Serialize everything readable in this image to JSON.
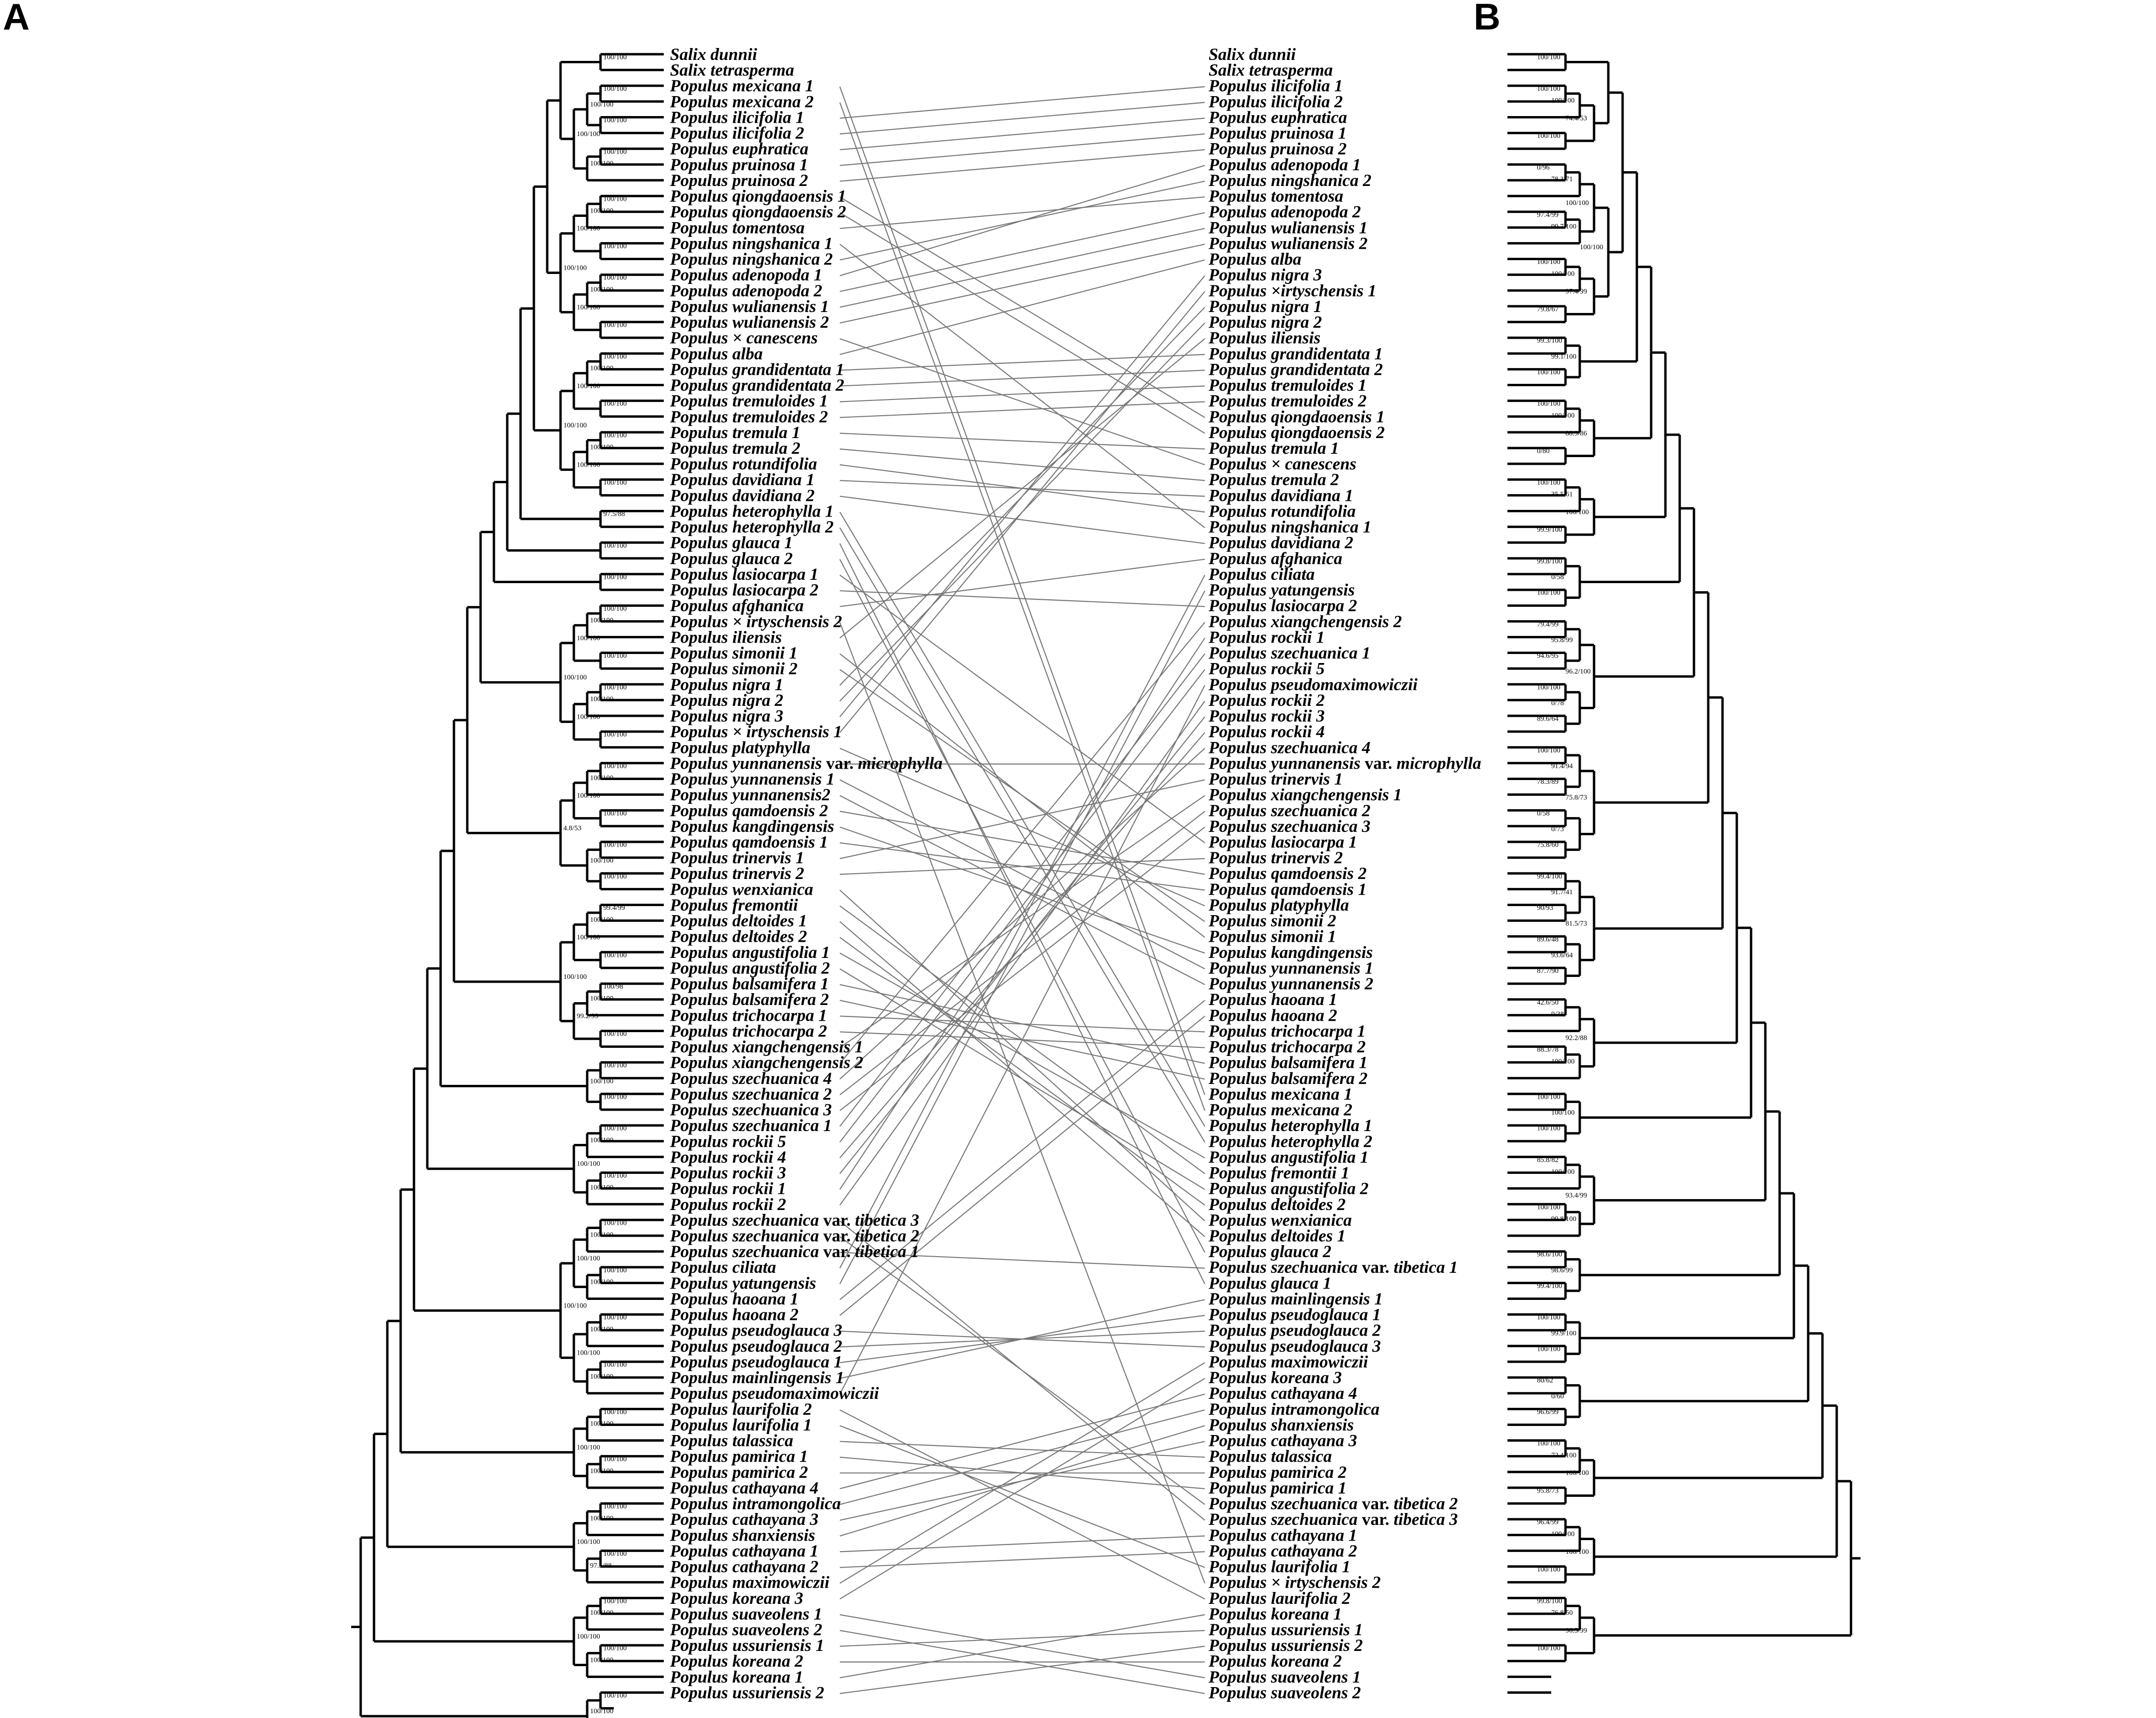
{
  "panels": {
    "left_label": "A",
    "right_label": "B"
  },
  "left_taxa": [
    "Salix dunnii",
    "Salix tetrasperma",
    "Populus mexicana 1",
    "Populus mexicana 2",
    "Populus ilicifolia 1",
    "Populus ilicifolia 2",
    "Populus euphratica",
    "Populus pruinosa 1",
    "Populus pruinosa 2",
    "Populus qiongdaoensis 1",
    "Populus qiongdaoensis 2",
    "Populus tomentosa",
    "Populus ningshanica 1",
    "Populus ningshanica 2",
    "Populus adenopoda 1",
    "Populus adenopoda 2",
    "Populus wulianensis 1",
    "Populus wulianensis 2",
    "Populus × canescens",
    "Populus alba",
    "Populus grandidentata 1",
    "Populus grandidentata 2",
    "Populus tremuloides 1",
    "Populus tremuloides 2",
    "Populus tremula 1",
    "Populus tremula 2",
    "Populus rotundifolia",
    "Populus davidiana 1",
    "Populus davidiana 2",
    "Populus heterophylla 1",
    "Populus heterophylla 2",
    "Populus glauca 1",
    "Populus glauca 2",
    "Populus lasiocarpa 1",
    "Populus lasiocarpa 2",
    "Populus afghanica",
    "Populus × irtyschensis 2",
    "Populus iliensis",
    "Populus simonii 1",
    "Populus simonii 2",
    "Populus nigra 1",
    "Populus nigra 2",
    "Populus nigra 3",
    "Populus × irtyschensis 1",
    "Populus platyphylla",
    "Populus yunnanensis var. microphylla",
    "Populus yunnanensis 1",
    "Populus yunnanensis2",
    "Populus qamdoensis 2",
    "Populus kangdingensis",
    "Populus qamdoensis 1",
    "Populus trinervis 1",
    "Populus trinervis 2",
    "Populus wenxianica",
    "Populus fremontii",
    "Populus deltoides 1",
    "Populus deltoides 2",
    "Populus angustifolia 1",
    "Populus angustifolia 2",
    "Populus balsamifera 1",
    "Populus balsamifera 2",
    "Populus trichocarpa 1",
    "Populus trichocarpa 2",
    "Populus xiangchengensis 1",
    "Populus xiangchengensis 2",
    "Populus szechuanica 4",
    "Populus szechuanica 2",
    "Populus szechuanica 3",
    "Populus szechuanica 1",
    "Populus rockii 5",
    "Populus rockii 4",
    "Populus rockii 3",
    "Populus rockii 1",
    "Populus rockii 2",
    "Populus szechuanica var. tibetica 3",
    "Populus szechuanica var. tibetica 2",
    "Populus szechuanica var. tibetica 1",
    "Populus ciliata",
    "Populus yatungensis",
    "Populus haoana 1",
    "Populus haoana 2",
    "Populus pseudoglauca 3",
    "Populus pseudoglauca 2",
    "Populus pseudoglauca 1",
    "Populus mainlingensis 1",
    "Populus pseudomaximowiczii",
    "Populus laurifolia 2",
    "Populus laurifolia 1",
    "Populus talassica",
    "Populus pamirica 1",
    "Populus pamirica 2",
    "Populus cathayana 4",
    "Populus intramongolica",
    "Populus cathayana 3",
    "Populus shanxiensis",
    "Populus cathayana 1",
    "Populus cathayana 2",
    "Populus maximowiczii",
    "Populus koreana 3",
    "Populus suaveolens 1",
    "Populus suaveolens 2",
    "Populus ussuriensis 1",
    "Populus koreana 2",
    "Populus koreana 1",
    "Populus ussuriensis 2"
  ],
  "right_taxa": [
    "Salix dunnii",
    "Salix tetrasperma",
    "Populus ilicifolia 1",
    "Populus ilicifolia 2",
    "Populus euphratica",
    "Populus pruinosa 1",
    "Populus pruinosa 2",
    "Populus adenopoda 1",
    "Populus ningshanica 2",
    "Populus tomentosa",
    "Populus adenopoda 2",
    "Populus wulianensis 1",
    "Populus wulianensis 2",
    "Populus alba",
    "Populus nigra 3",
    "Populus ×irtyschensis 1",
    "Populus nigra 1",
    "Populus nigra 2",
    "Populus iliensis",
    "Populus grandidentata 1",
    "Populus grandidentata 2",
    "Populus tremuloides 1",
    "Populus tremuloides 2",
    "Populus qiongdaoensis 1",
    "Populus qiongdaoensis 2",
    "Populus tremula 1",
    "Populus × canescens",
    "Populus tremula 2",
    "Populus davidiana 1",
    "Populus rotundifolia",
    "Populus ningshanica 1",
    "Populus davidiana 2",
    "Populus afghanica",
    "Populus ciliata",
    "Populus yatungensis",
    "Populus lasiocarpa 2",
    "Populus xiangchengensis 2",
    "Populus rockii 1",
    "Populus szechuanica 1",
    "Populus rockii 5",
    "Populus pseudomaximowiczii",
    "Populus rockii 2",
    "Populus rockii 3",
    "Populus rockii 4",
    "Populus szechuanica 4",
    "Populus yunnanensis var. microphylla",
    "Populus trinervis 1",
    "Populus xiangchengensis 1",
    "Populus szechuanica 2",
    "Populus szechuanica 3",
    "Populus lasiocarpa 1",
    "Populus trinervis 2",
    "Populus qamdoensis 2",
    "Populus qamdoensis 1",
    "Populus platyphylla",
    "Populus simonii 2",
    "Populus simonii 1",
    "Populus kangdingensis",
    "Populus yunnanensis 1",
    "Populus yunnanensis 2",
    "Populus haoana 1",
    "Populus haoana 2",
    "Populus trichocarpa 1",
    "Populus trichocarpa 2",
    "Populus balsamifera 1",
    "Populus balsamifera 2",
    "Populus mexicana 1",
    "Populus mexicana 2",
    "Populus heterophylla 1",
    "Populus heterophylla 2",
    "Populus angustifolia 1",
    "Populus fremontii 1",
    "Populus angustifolia 2",
    "Populus deltoides 2",
    "Populus wenxianica",
    "Populus deltoides 1",
    "Populus glauca 2",
    "Populus szechuanica var. tibetica 1",
    "Populus glauca 1",
    "Populus mainlingensis 1",
    "Populus pseudoglauca 1",
    "Populus pseudoglauca 2",
    "Populus pseudoglauca 3",
    "Populus maximowiczii",
    "Populus koreana 3",
    "Populus cathayana 4",
    "Populus intramongolica",
    "Populus shanxiensis",
    "Populus cathayana 3",
    "Populus talassica",
    "Populus pamirica 2",
    "Populus pamirica 1",
    "Populus szechuanica var. tibetica 2",
    "Populus szechuanica var. tibetica 3",
    "Populus cathayana 1",
    "Populus cathayana 2",
    "Populus laurifolia 1",
    "Populus × irtyschensis 2",
    "Populus laurifolia 2",
    "Populus koreana 1",
    "Populus ussuriensis 1",
    "Populus ussuriensis 2",
    "Populus koreana 2",
    "Populus suaveolens 1",
    "Populus suaveolens 2"
  ],
  "left_supports": [
    "100/100",
    "100/100",
    "100/100",
    "100/100",
    "100/100",
    "100/100",
    "100/100",
    "100/100",
    "100/100",
    "100/100",
    "100/100",
    "100/100",
    "100/100",
    "100/100",
    "100/100",
    "100/100",
    "100/100",
    "100/100",
    "100/100",
    "100/100",
    "100/100",
    "100/100",
    "100/100",
    "100/100",
    "100/100",
    "97.5/88",
    "100/100",
    "100/100",
    "100/100",
    "100/100",
    "100/100",
    "100/100",
    "100/100",
    "100/100",
    "100/100",
    "100/100",
    "100/100",
    "100/100",
    "100/100",
    "100/100",
    "100/100",
    "100/100",
    "100/100",
    "100/100",
    "4.8/53",
    "99.4/99",
    "100/100",
    "100/100",
    "100/100",
    "100/98",
    "100/100",
    "100/100",
    "99.2/99",
    "100/100",
    "100/100",
    "100/100"
  ],
  "right_supports": [
    "100/100",
    "100/100",
    "100/100",
    "100/100",
    "74.4/53",
    "0/96",
    "78.3/71",
    "97.4/99",
    "99.7/100",
    "100/100",
    "100/100",
    "100/100",
    "79.8/67",
    "97.4/99",
    "100/100",
    "99.3/100",
    "100/100",
    "99.1/100",
    "100/100",
    "100/100",
    "0/80",
    "88.9/86",
    "100/100",
    "35.5/61",
    "99.9/100",
    "100/100",
    "99.8/100",
    "100/100",
    "0/58",
    "79.4/99",
    "94.6/95",
    "95.8/99",
    "100/100",
    "89.6/64",
    "0/78",
    "96.2/100",
    "100/100",
    "78.3/89",
    "91.4/94",
    "0/58",
    "75.8/60",
    "0/73",
    "75.8/73",
    "99.4/100",
    "90/93",
    "91.7/41",
    "89.6/48",
    "87.7/90",
    "93.6/64",
    "81.5/73",
    "42.6/50",
    "0/38",
    "88.3/78",
    "100/100",
    "92.2/88",
    "100/100",
    "100/100",
    "100/100",
    "85.8/82",
    "100/100",
    "100/100",
    "99.8/100",
    "93.4/99",
    "98.6/100",
    "99.4/100",
    "98.6/99",
    "100/100",
    "100/100",
    "99.9/100",
    "80/62",
    "96.6/99",
    "0/60",
    "100/100",
    "72.4/100",
    "95.8/73",
    "100/100",
    "96.4/99",
    "100/100",
    "100/100",
    "100/100",
    "99.8/100",
    "76.8/50",
    "100/100",
    "96.5/99",
    "38.0/53",
    "43.2/65",
    "73.1/96",
    "99.9/100",
    "0/86",
    "85.2/97",
    "93/100"
  ]
}
